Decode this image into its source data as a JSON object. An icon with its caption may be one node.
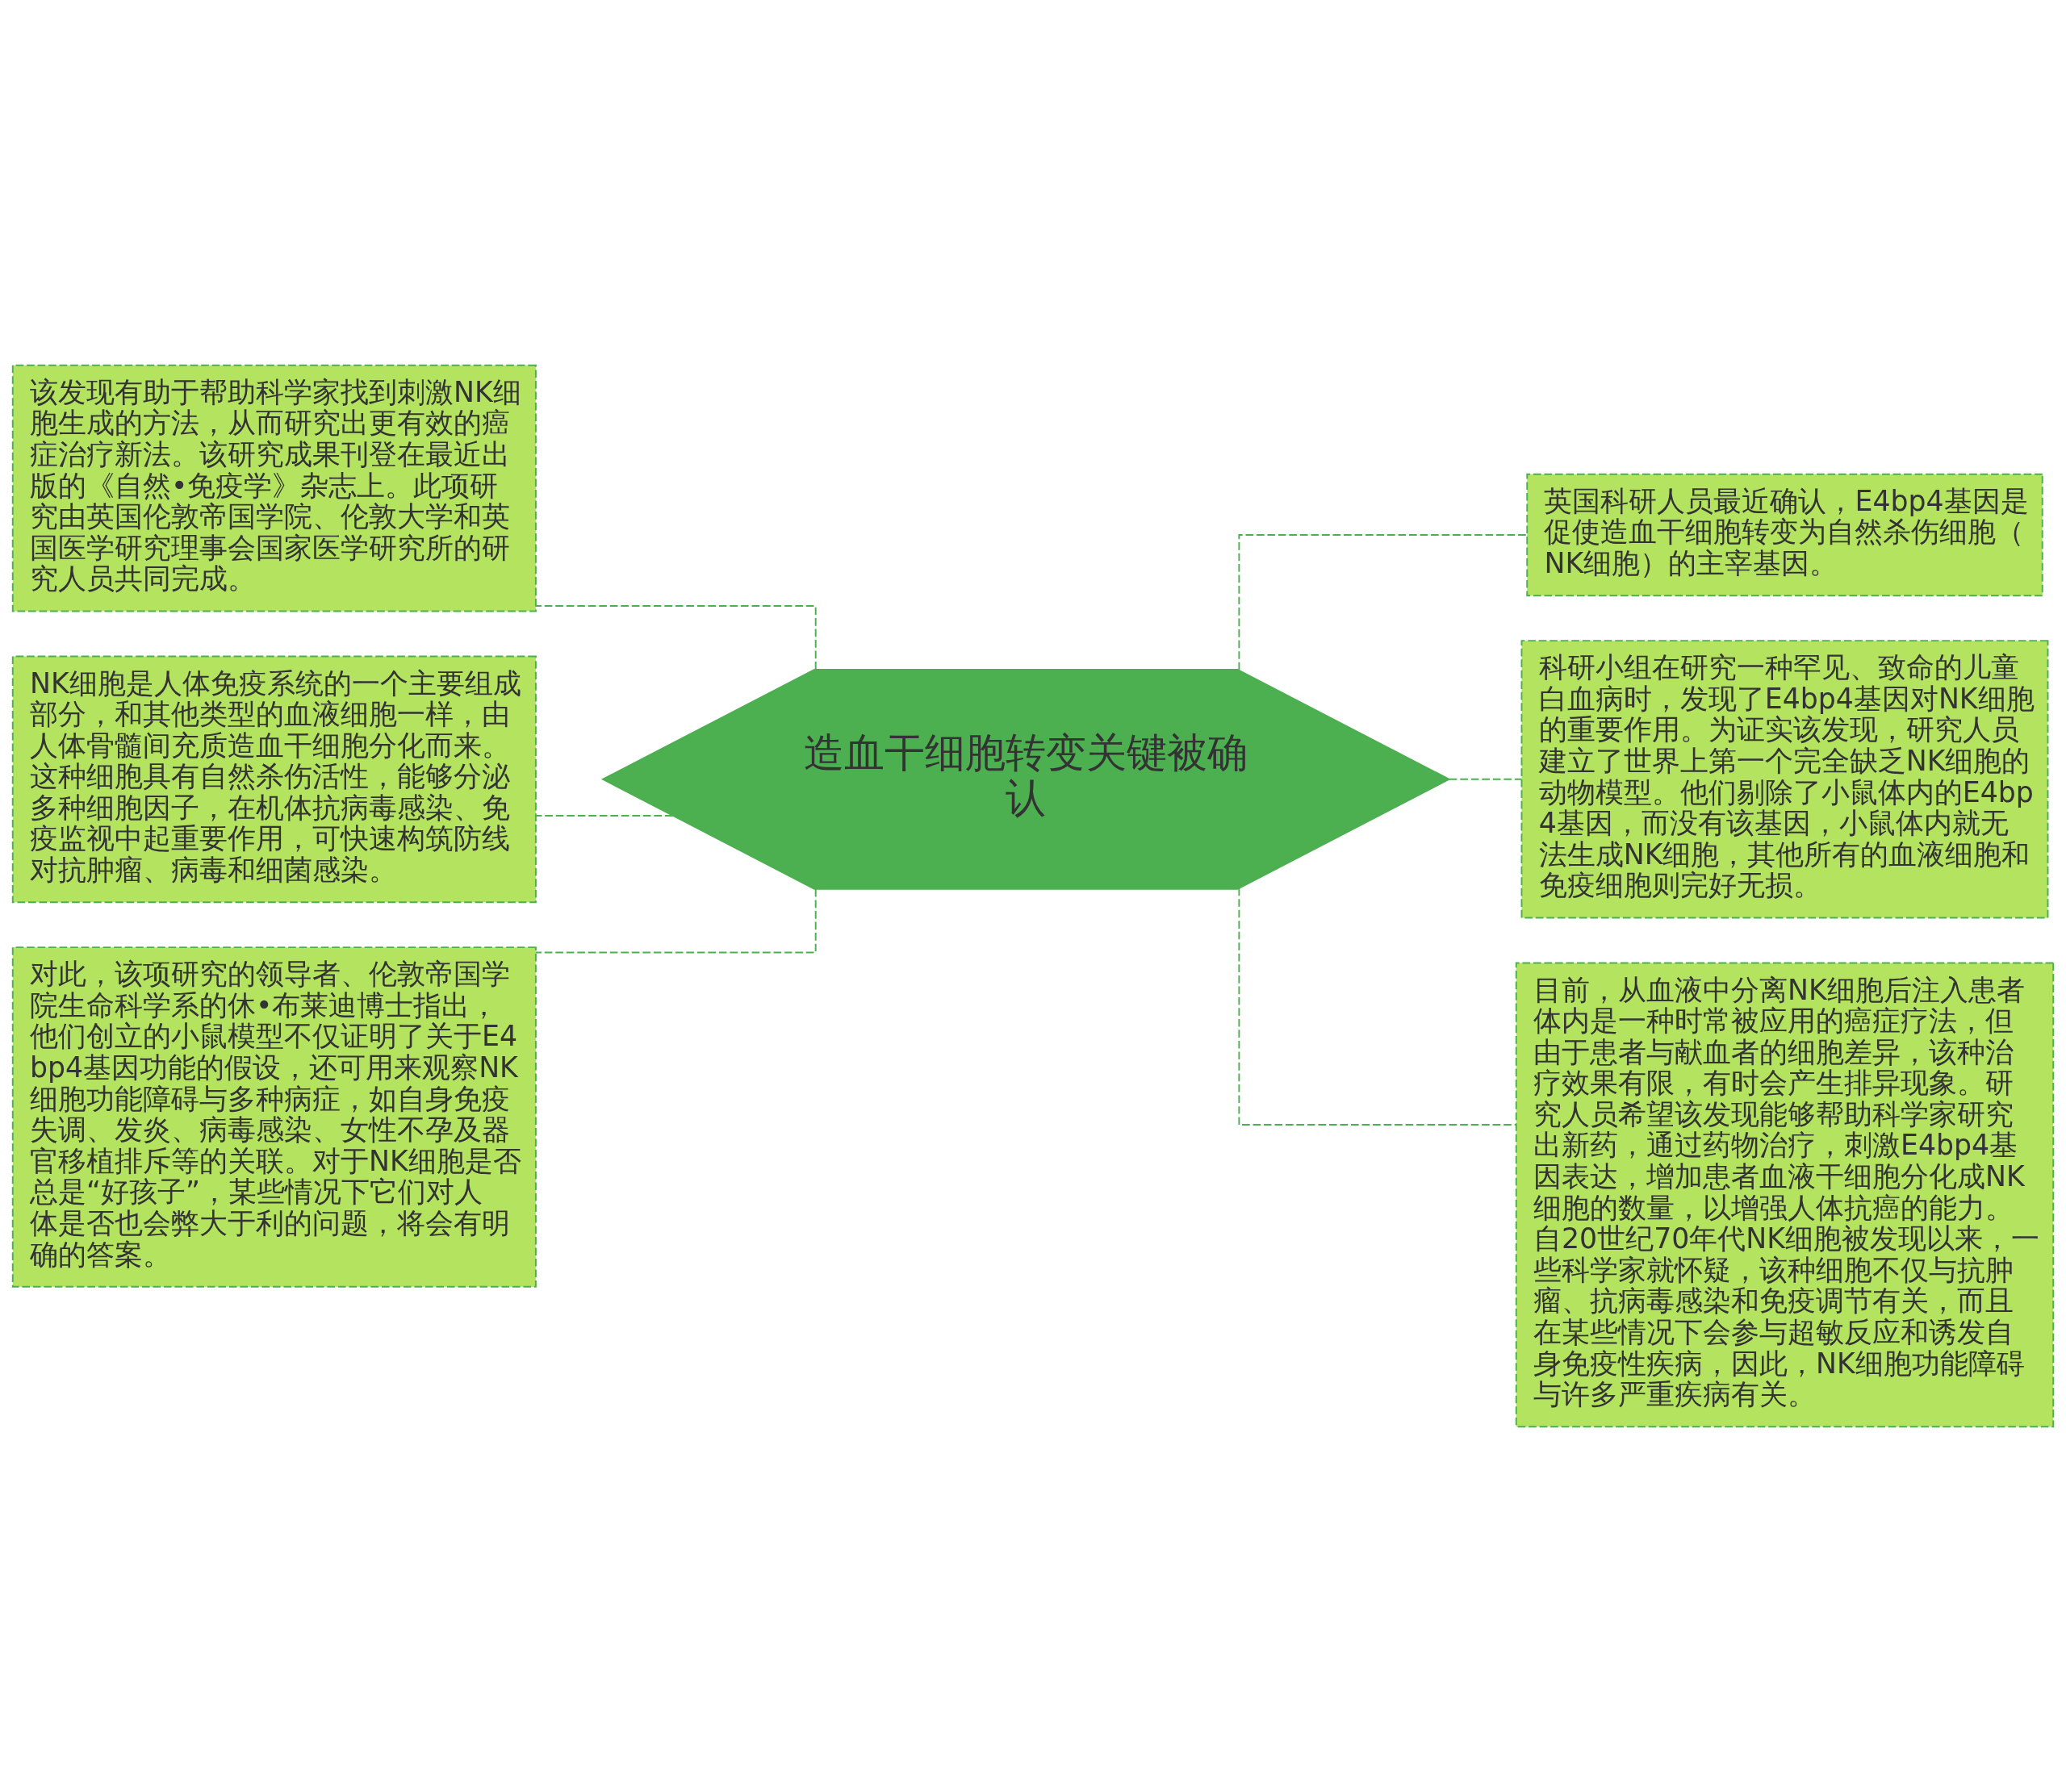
{
  "diagram": {
    "nodes": [
      {
        "text": [
          "造血干细胞转变关键被确认"
        ]
      },
      {
        "text": [
          "该发现有助于帮助科学家找到刺激NK细胞生成的方法，从而研究出更有效的癌症治疗新法。该研究成果刊登在最近出版的《自然•免疫学》杂志上。此项研究由英国伦敦帝国学院、伦敦大学和英国医学研究理事会国家医学研究所的研究人员共同完成。"
        ]
      },
      {
        "text": [
          "NK细胞是人体免疫系统的一个主要组成部分，和其他类型的血液细胞一样，由人体骨髓间充质造血干细胞分化而来。这种细胞具有自然杀伤活性，能够分泌多种细胞因子，在机体抗病毒感染、免疫监视中起重要作用，可快速构筑防线对抗肿瘤、病毒和细菌感染。"
        ]
      },
      {
        "text": [
          "对此，该项研究的领导者、伦敦帝国学院生命科学系的休•布莱迪博士指出，他们创立的小鼠模型不仅证明了关于E4bp4基因功能的假设，还可用来观察NK细胞功能障碍与多种病症，如自身免疫失调、发炎、病毒感染、女性不孕及器官移植排斥等的关联。对于NK细胞是否总是“好孩子”，某些情况下它们对人体是否也会弊大于利的问题，将会有明确的答案。"
        ]
      },
      {
        "text": [
          "英国科研人员最近确认，E4bp4基因是促使造血干细胞转变为自然杀伤细胞（NK细胞）的主宰基因。"
        ]
      },
      {
        "text": [
          "科研小组在研究一种罕见、致命的儿童白血病时，发现了E4bp4基因对NK细胞的重要作用。为证实该发现，研究人员建立了世界上第一个完全缺乏NK细胞的动物模型。他们剔除了小鼠体内的E4bp4基因，而没有该基因，小鼠体内就无法生成NK细胞，其他所有的血液细胞和免疫细胞则完好无损。"
        ]
      },
      {
        "text": [
          "目前，从血液中分离NK细胞后注入患者体内是一种时常被应用的癌症疗法，但由于患者与献血者的细胞差异，该种治疗效果有限，有时会产生排异现象。研究人员希望该发现能够帮助科学家研究出新药，通过药物治疗，刺激E4bp4基因表达，增加患者血液干细胞分化成NK细胞的数量，以增强人体抗癌的能力。自20世纪70年代NK细胞被发现以来，一些科学家就怀疑，该种细胞不仅与抗肿瘤、抗病毒感染和免疫调节有关，而且在某些情况下会参与超敏反应和诱发自身免疫性疾病，因此，NK细胞功能障碍与许多严重疾病有关。"
        ]
      }
    ],
    "edges": [
      {
        "from": 0,
        "to": 1,
        "arrow": "none",
        "style": "dashed"
      },
      {
        "from": 0,
        "to": 2,
        "arrow": "none",
        "style": "dashed"
      },
      {
        "from": 0,
        "to": 3,
        "arrow": "none",
        "style": "dashed"
      },
      {
        "from": 0,
        "to": 4,
        "arrow": "none",
        "style": "dashed"
      },
      {
        "from": 0,
        "to": 5,
        "arrow": "none",
        "style": "dashed"
      },
      {
        "from": 0,
        "to": 6,
        "arrow": "none",
        "style": "dashed"
      }
    ]
  }
}
